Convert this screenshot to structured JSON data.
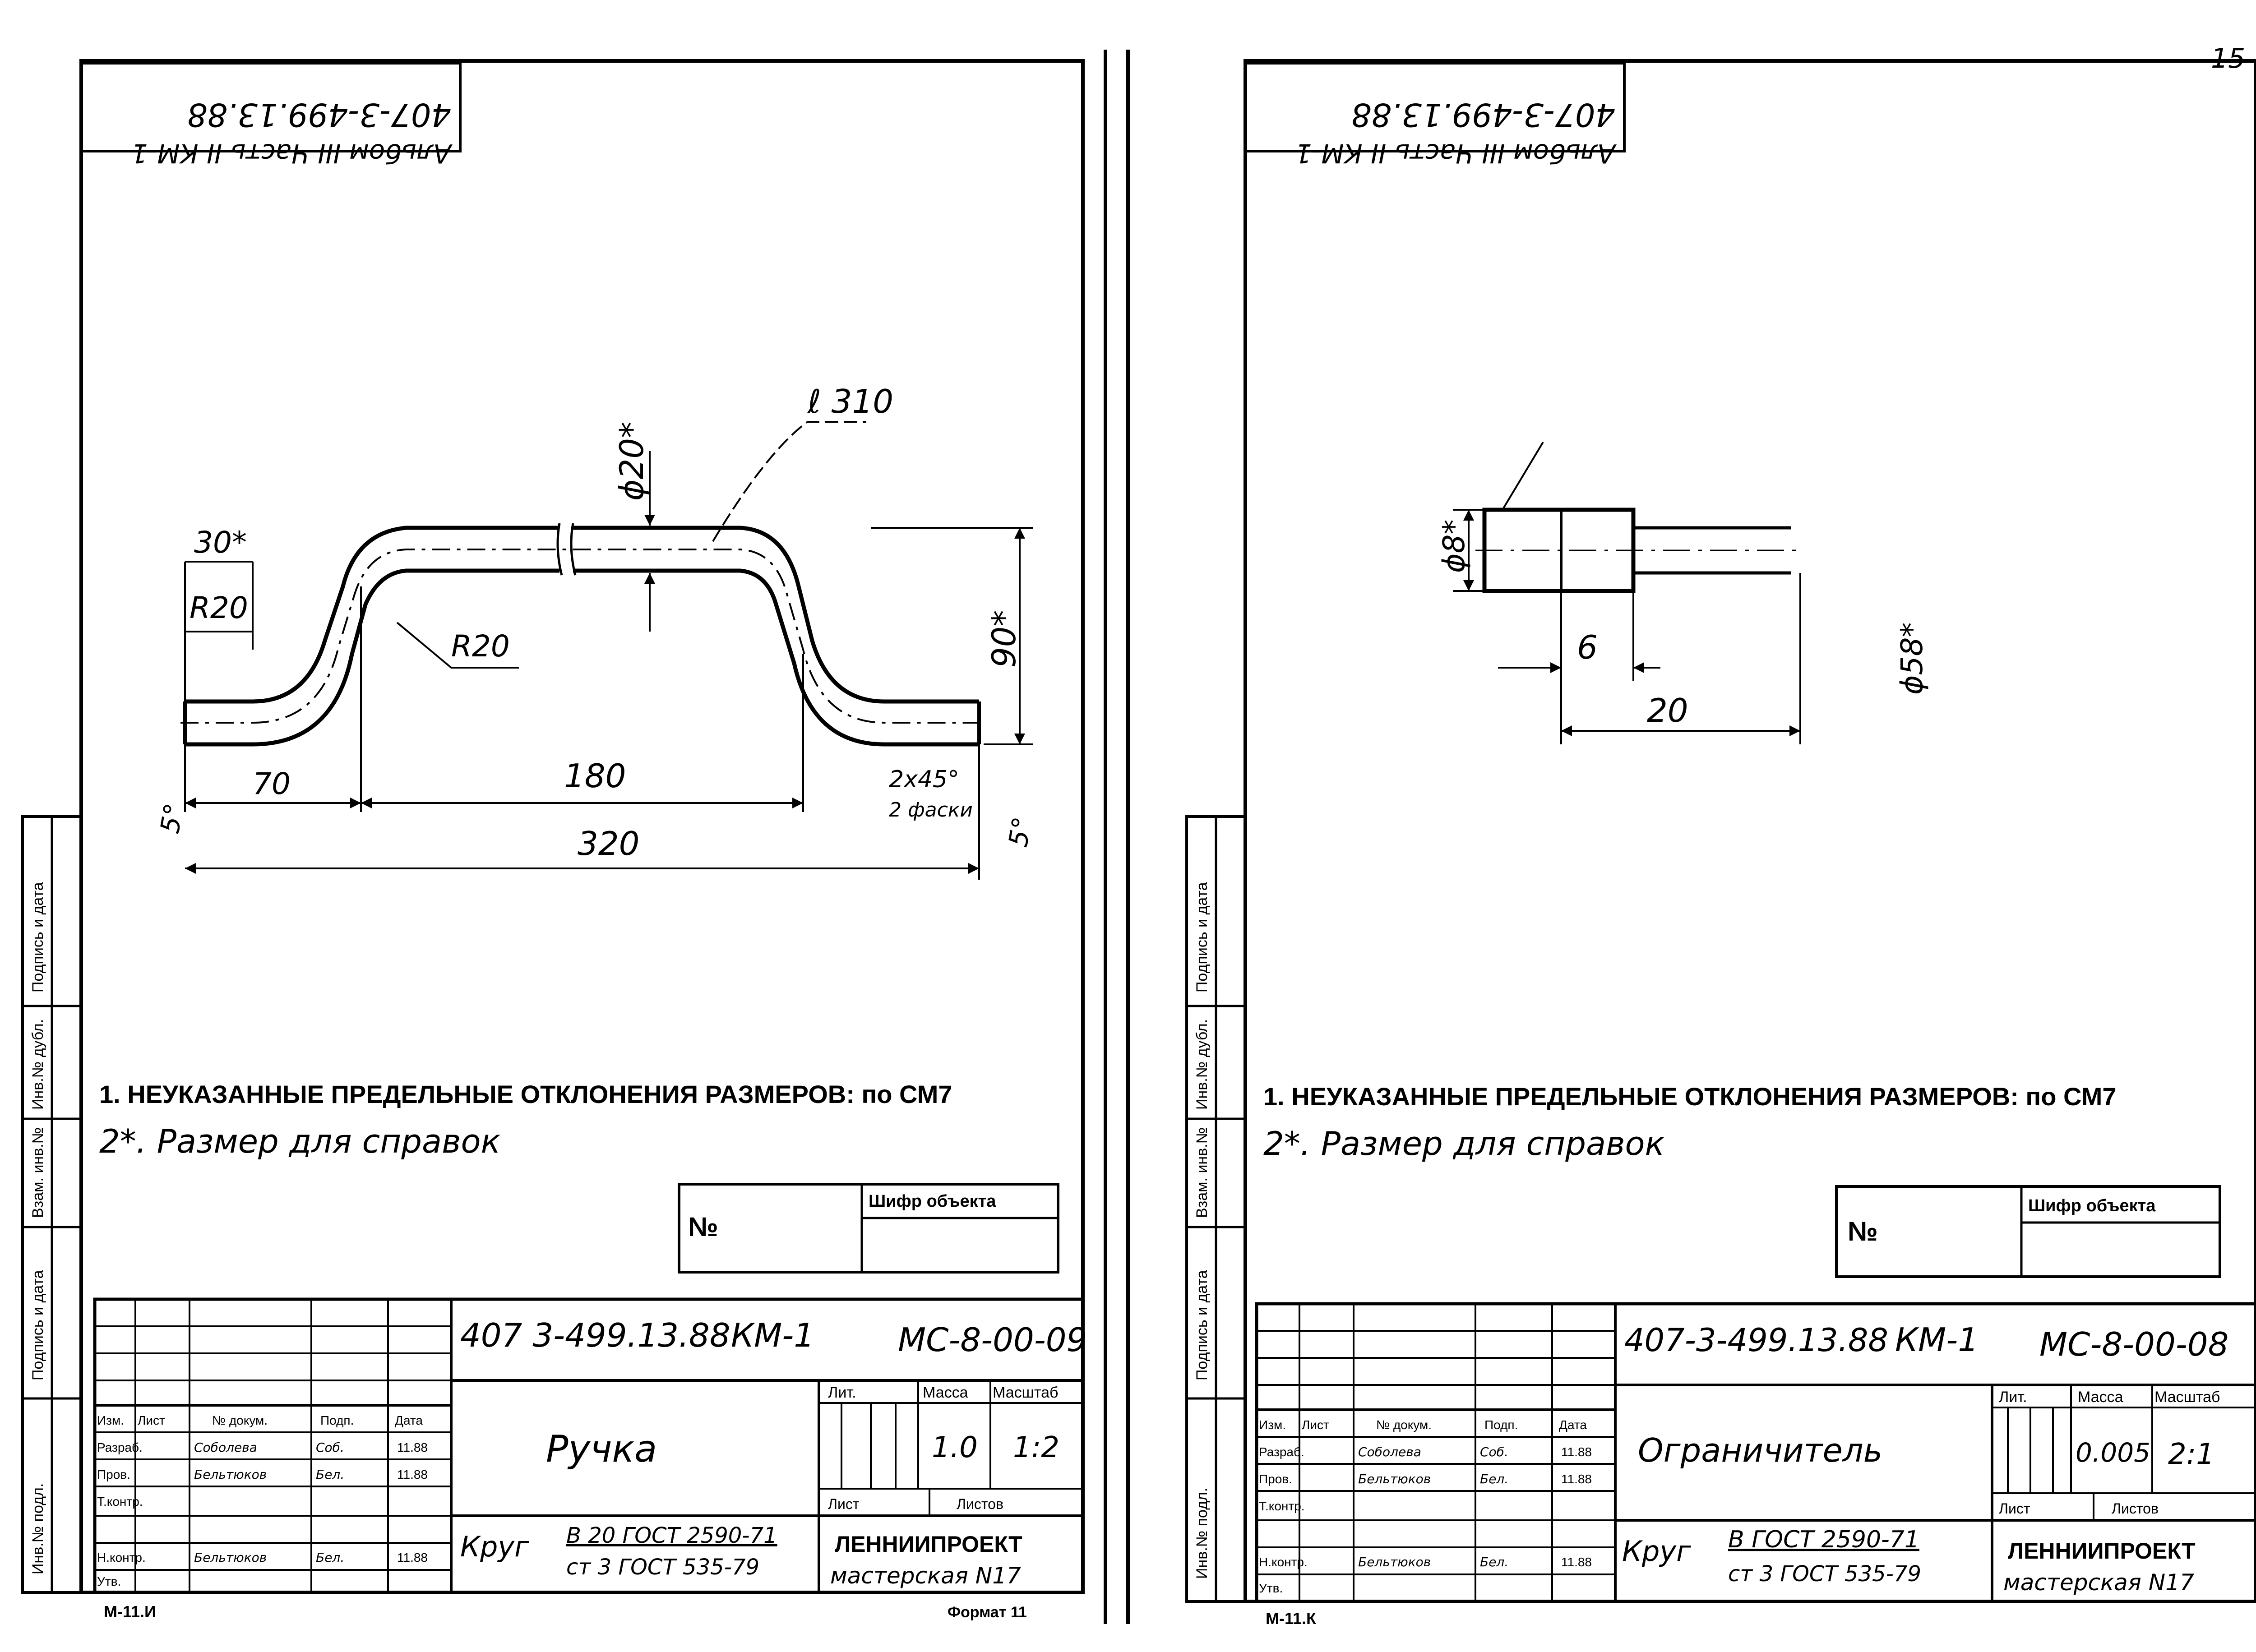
{
  "page_number": "15",
  "format_label": "Формат 11",
  "sheets": [
    {
      "stamp": "407-3-499.13.88",
      "stamp_sub": "Альбом III Часть II  КМ-1",
      "bottom_code": "М-11.И",
      "doc_code": "407 3-499.13.88",
      "mark": "КМ-1",
      "sheet_code": "МС-8-00-09",
      "part_name": "Ручка",
      "material_label": "Круг",
      "material_top": "В 20 ГОСТ 2590-71",
      "material_bottom": "ст 3 ГОСТ 535-79",
      "lit_header": "Лит.",
      "mass_header": "Масса",
      "scale_header": "Масштаб",
      "mass": "1.0",
      "scale": "1:2",
      "sheet_label": "Лист",
      "sheets_label": "Листов",
      "org": "ЛЕННИИПРОЕКТ",
      "org_sub": "мастерская N17",
      "rows": [
        {
          "role": "Изм.",
          "name": "Лист",
          "doc": "№ докум.",
          "sign": "Подп.",
          "date": "Дата"
        },
        {
          "role": "Разраб.",
          "name": "Соболева",
          "doc": "",
          "sign": "Соб.",
          "date": "11.88"
        },
        {
          "role": "Пров.",
          "name": "Бельтюков",
          "doc": "",
          "sign": "Бел.",
          "date": "11.88"
        },
        {
          "role": "Т.контр.",
          "name": "",
          "doc": "",
          "sign": "",
          "date": ""
        },
        {
          "role": "",
          "name": "",
          "doc": "",
          "sign": "",
          "date": ""
        },
        {
          "role": "Н.контр.",
          "name": "Бельтюков",
          "doc": "",
          "sign": "Бел.",
          "date": "11.88"
        },
        {
          "role": "Утв.",
          "name": "",
          "doc": "",
          "sign": "",
          "date": ""
        }
      ],
      "notes": [
        "1. НЕУКАЗАННЫЕ ПРЕДЕЛЬНЫЕ ОТКЛОНЕНИЯ РАЗМЕРОВ: по СМ7",
        "2*. Размер для справок"
      ],
      "no_label": "№",
      "cipher_label": "Шифр объекта",
      "side_labels": [
        "Инв.№ подл.",
        "Подпись и дата",
        "Взам. инв.№",
        "Инв.№ дубл.",
        "Подпись и дата"
      ],
      "dims": {
        "l": "ℓ 310",
        "d": "ϕ20*",
        "a": "30*",
        "r1": "R20",
        "r2": "R20",
        "h": "90*",
        "w1": "70",
        "w2": "180",
        "w3": "320",
        "ch1": "2x45°",
        "ch2": "2 фаски",
        "deg_l": "5°",
        "deg_r": "5°"
      }
    },
    {
      "stamp": "407-3-499.13.88",
      "stamp_sub": "Альбом III Часть II  КМ-1",
      "bottom_code": "М-11.К",
      "doc_code": "407-3-499.13.88",
      "mark": "КМ-1",
      "sheet_code": "МС-8-00-08",
      "part_name": "Ограничитель",
      "material_label": "Круг",
      "material_top": "В ГОСТ 2590-71",
      "material_bottom": "ст 3 ГОСТ 535-79",
      "lit_header": "Лит.",
      "mass_header": "Масса",
      "scale_header": "Масштаб",
      "mass": "0.005",
      "scale": "2:1",
      "sheet_label": "Лист",
      "sheets_label": "Листов",
      "org": "ЛЕННИИПРОЕКТ",
      "org_sub": "мастерская N17",
      "rows": [
        {
          "role": "Изм.",
          "name": "Лист",
          "doc": "№ докум.",
          "sign": "Подп.",
          "date": "Дата"
        },
        {
          "role": "Разраб.",
          "name": "Соболева",
          "doc": "",
          "sign": "Соб.",
          "date": "11.88"
        },
        {
          "role": "Пров.",
          "name": "Бельтюков",
          "doc": "",
          "sign": "Бел.",
          "date": "11.88"
        },
        {
          "role": "Т.контр.",
          "name": "",
          "doc": "",
          "sign": "",
          "date": ""
        },
        {
          "role": "",
          "name": "",
          "doc": "",
          "sign": "",
          "date": ""
        },
        {
          "role": "Н.контр.",
          "name": "Бельтюков",
          "doc": "",
          "sign": "Бел.",
          "date": "11.88"
        },
        {
          "role": "Утв.",
          "name": "",
          "doc": "",
          "sign": "",
          "date": ""
        }
      ],
      "notes": [
        "1. НЕУКАЗАННЫЕ ПРЕДЕЛЬНЫЕ ОТКЛОНЕНИЯ РАЗМЕРОВ: по СМ7",
        "2*. Размер для справок"
      ],
      "no_label": "№",
      "cipher_label": "Шифр объекта",
      "side_labels": [
        "Инв.№ подл.",
        "Подпись и дата",
        "Взам. инв.№",
        "Инв.№ дубл.",
        "Подпись и дата"
      ],
      "dims": {
        "d": "ϕ8*",
        "w1": "6",
        "w2": "20",
        "ref": "ϕ58*"
      }
    }
  ]
}
